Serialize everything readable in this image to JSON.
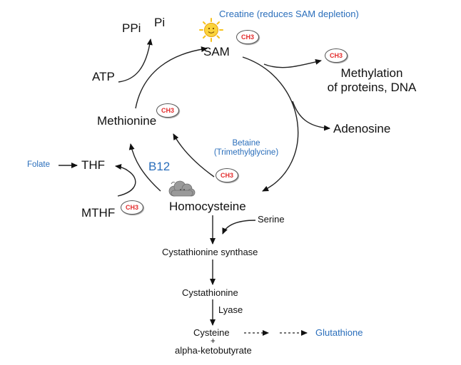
{
  "nodes": {
    "sam": "SAM",
    "methionine": "Methionine",
    "homocysteine": "Homocysteine",
    "thf": "THF",
    "mthf": "MTHF",
    "atp": "ATP",
    "ppi": "PPi",
    "pi": "Pi",
    "adenosine": "Adenosine",
    "methylation_line1": "Methylation",
    "methylation_line2": "of proteins, DNA",
    "b12": "B12",
    "folate": "Folate",
    "betaine_line1": "Betaine",
    "betaine_line2": "(Trimethylglycine)",
    "creatine": "Creatine (reduces SAM depletion)",
    "serine": "Serine",
    "cystathionine_synthase": "Cystathionine synthase",
    "cystathionine": "Cystathionine",
    "lyase": "Lyase",
    "cysteine": "Cysteine",
    "plus": "+",
    "alpha_ketobutyrate": "alpha-ketobutyrate",
    "glutathione": "Glutathione"
  },
  "badge_label": "CH3",
  "colors": {
    "text": "#111111",
    "accent_blue": "#2a6ebb",
    "ch3_red": "#e32b2b",
    "sun_yellow": "#f7c21b",
    "cloud_gray": "#9a9a9a"
  },
  "icons": {
    "sun": "sun-icon",
    "cloud": "cloud-icon"
  }
}
